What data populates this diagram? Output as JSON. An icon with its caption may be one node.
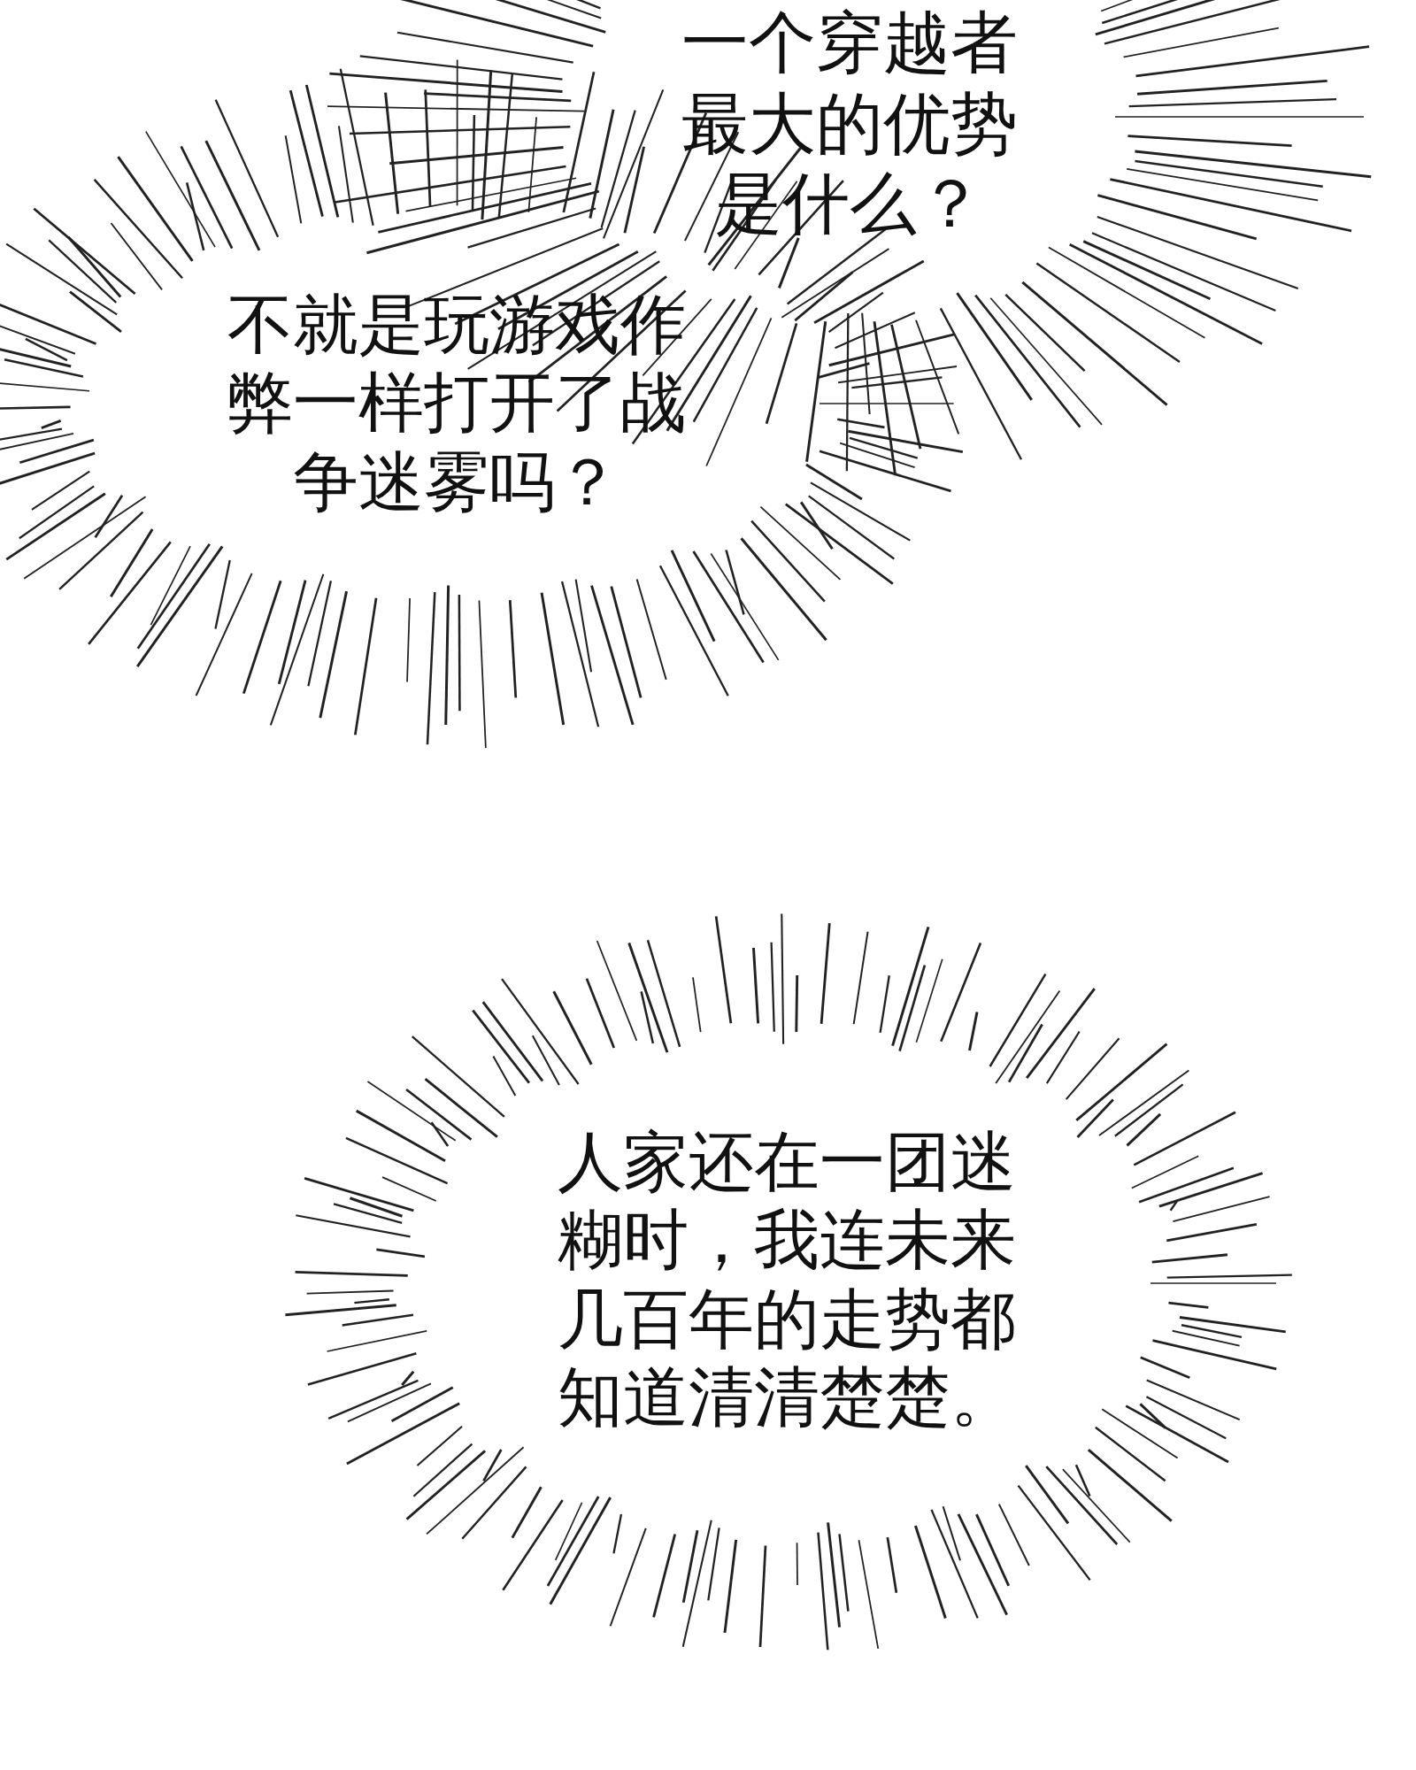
{
  "diagram": {
    "nodes": [
      {
        "text": [
          "一个穿越者最大的优势是什么？"
        ]
      },
      {
        "text": [
          "不就是玩游戏作弊一样打开了战争迷雾吗？"
        ]
      },
      {
        "text": [
          "人家还在一团迷糊时，我连未来几百年的走势都知道清清楚楚。"
        ]
      }
    ]
  }
}
